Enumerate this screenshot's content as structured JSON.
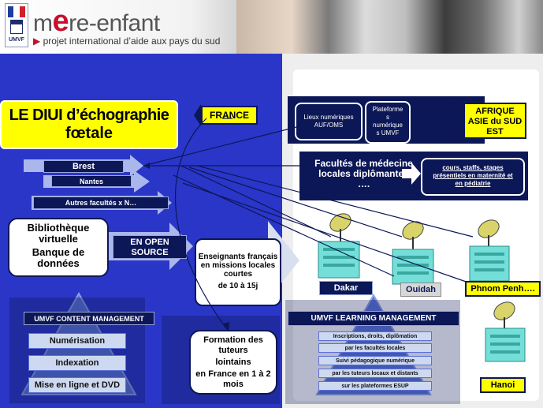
{
  "header": {
    "logo_caption": "UMVF",
    "brand_m": "m",
    "brand_e": "e",
    "brand_rest": "re-enfant",
    "subtitle_arrow": "▶",
    "subtitle": "projet international d’aide aux pays du sud",
    "colors": {
      "accent": "#c8102e",
      "navy": "#1d2c6b"
    }
  },
  "left": {
    "title_line1": "LE DIUI d’échographie",
    "title_line2": "fœtale",
    "france": "FRANCE",
    "brest": "Brest",
    "nantes": "Nantes",
    "autres": "Autres facultés x N…",
    "biblio_line1": "Bibliothèque",
    "biblio_line2": "virtuelle",
    "biblio_line3": "Banque de",
    "biblio_line4": "données",
    "open_source_line1": "EN OPEN",
    "open_source_line2": "SOURCE",
    "enseignants_line1": "Enseignants français",
    "enseignants_line2": "en missions locales",
    "enseignants_line3": "courtes",
    "enseignants_line4": "de 10 à 15j",
    "content_mgmt": "UMVF CONTENT  MANAGEMENT",
    "content_items": [
      "Numérisation",
      "Indexation",
      "Mise en ligne et DVD"
    ],
    "formation_line1": "Formation des",
    "formation_line2": "tuteurs",
    "formation_line3": "lointains",
    "formation_line4": "en France en 1 à 2",
    "formation_line5": "mois"
  },
  "right": {
    "lieux_line1": "Lieux numériques",
    "lieux_line2": "AUF/OMS",
    "plateforme_lines": [
      "Plateforme",
      "s",
      "numérique",
      "s UMVF"
    ],
    "afrique_line1": "AFRIQUE",
    "afrique_line2": "ASIE  du  SUD",
    "afrique_line3": "EST",
    "facultes_line1": "Facultés de médecine",
    "facultes_line2": "locales diplômantes",
    "facultes_line3": "….",
    "cours_line1": "cours, staffs, stages",
    "cours_line2": "présentiels en maternité  et",
    "cours_line3": "en pédiatrie",
    "cities": [
      "Dakar",
      "Ouidah",
      "Phnom Penh….",
      "Hanoi"
    ],
    "learning_mgmt": "UMVF LEARNING MANAGEMENT",
    "learning_items": [
      "Inscriptions, droits, diplômation",
      "par les facultés locales",
      "Suivi pédagogique numérique",
      "par les tuteurs locaux et distants",
      "sur les plateformes ESUP"
    ]
  },
  "icons": [
    "flag-icon",
    "satellite-building-icon",
    "arrow-icon",
    "triangle-icon"
  ]
}
